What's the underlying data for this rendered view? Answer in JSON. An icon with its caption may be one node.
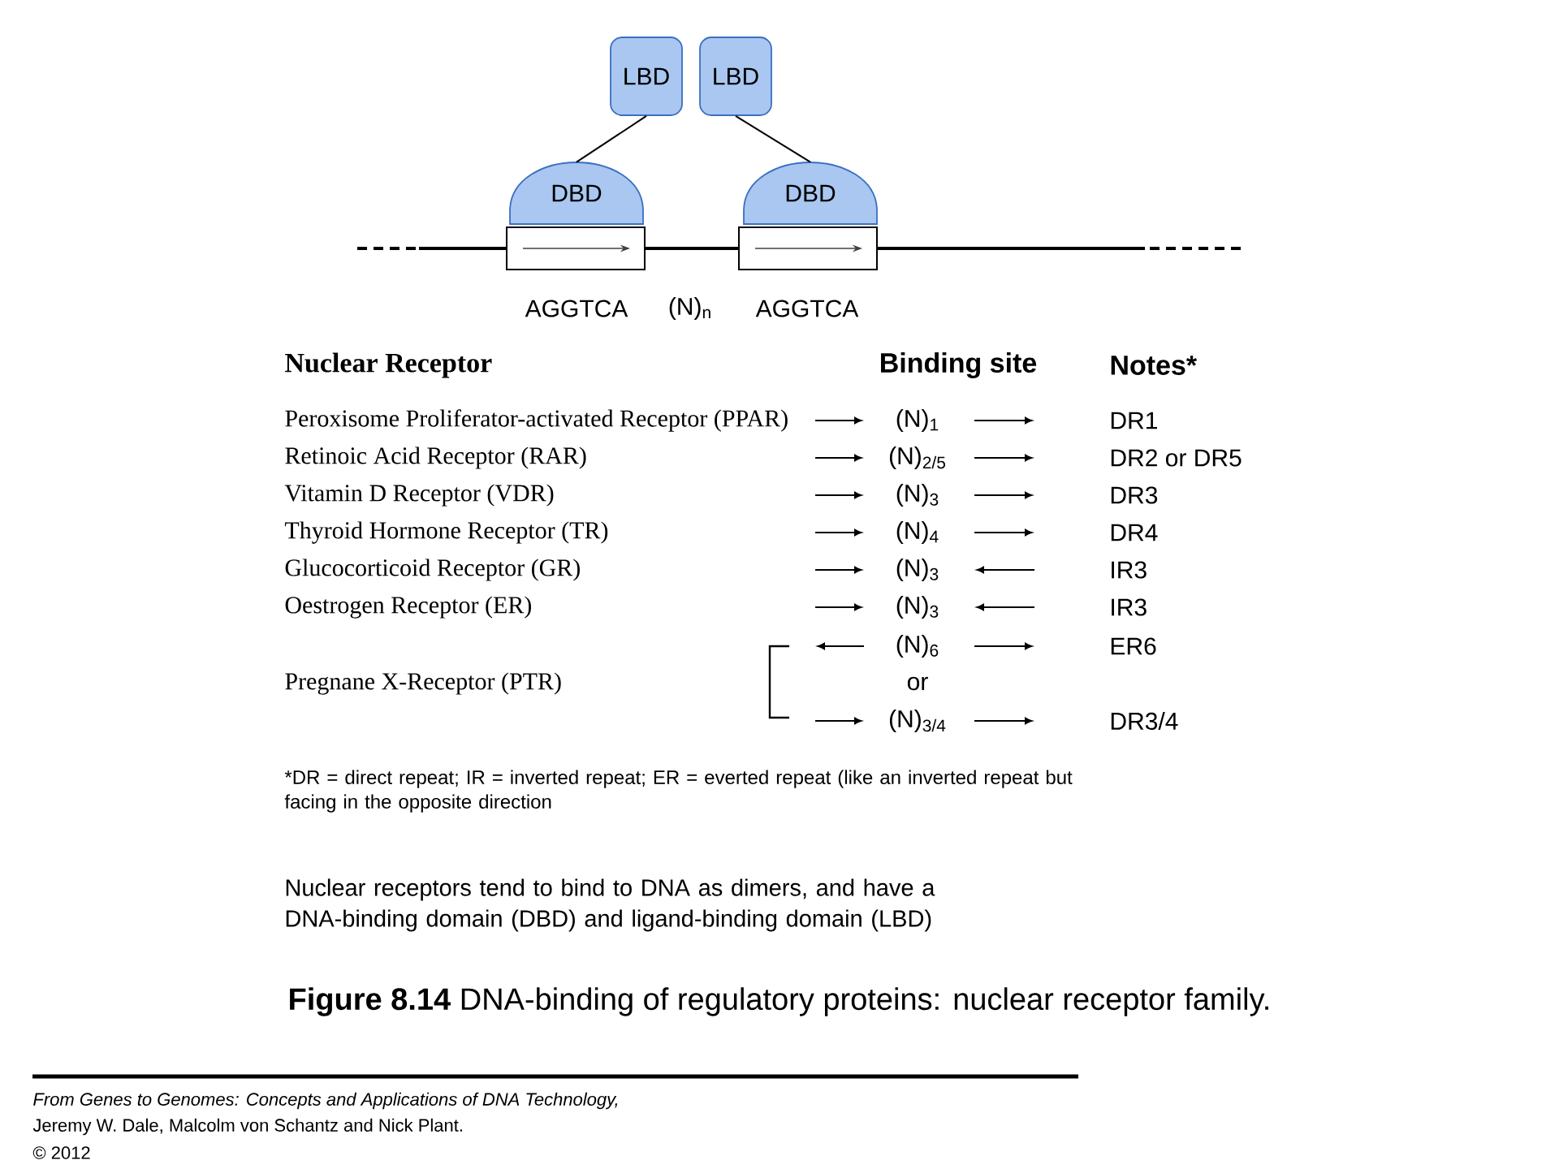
{
  "diagram": {
    "caption": "**Figure 8.14** DNA-binding of regulatory proteins: nuclear receptor family.",
    "nodes": [
      {
        "text": [
          "LBD"
        ]
      },
      {
        "text": [
          "LBD"
        ]
      },
      {
        "text": [
          "DBD"
        ]
      },
      {
        "text": [
          "DBD"
        ]
      }
    ],
    "edges": [
      {
        "from": 0,
        "to": 2,
        "arrow": "none"
      },
      {
        "from": 1,
        "to": 3,
        "arrow": "none"
      }
    ],
    "labels": [
      "AGGTCA",
      "(N)$_{n}$",
      "AGGTCA",
      "Nuclear Receptor",
      "Binding site",
      "Notes*",
      "Peroxisome Proliferator-activated Receptor (PPAR)",
      "(N)$_{1}$",
      "DR1",
      "Retinoic Acid Receptor (RAR)",
      "(N)$_{2/5}$",
      "DR2 or DR5",
      "Vitamin D Receptor (VDR)",
      "(N)$_{3}$",
      "DR3",
      "Thyroid Hormone Receptor (TR)",
      "(N)$_{4}$",
      "DR4",
      "Glucocorticoid Receptor (GR)",
      "(N)$_{3}$",
      "IR3",
      "Oestrogen Receptor (ER)",
      "(N)$_{3}$",
      "IR3",
      "(N)$_{6}$",
      "ER6",
      "Pregnane X-Receptor (PTR)",
      "or",
      "(N)$_{3/4}$",
      "DR3/4",
      "*DR = direct repeat; IR = inverted repeat; ER = everted repeat (like an inverted repeat but facing in the opposite direction",
      "Nuclear receptors tend to bind to DNA as dimers, and have a DNA-binding domain (DBD) and ligand-binding domain (LBD)",
      "From Genes to Genomes: Concepts and Applications of DNA Technology,",
      "Jeremy W. Dale, Malcolm von Schantz and Nick Plant.",
      "© 2012"
    ]
  }
}
